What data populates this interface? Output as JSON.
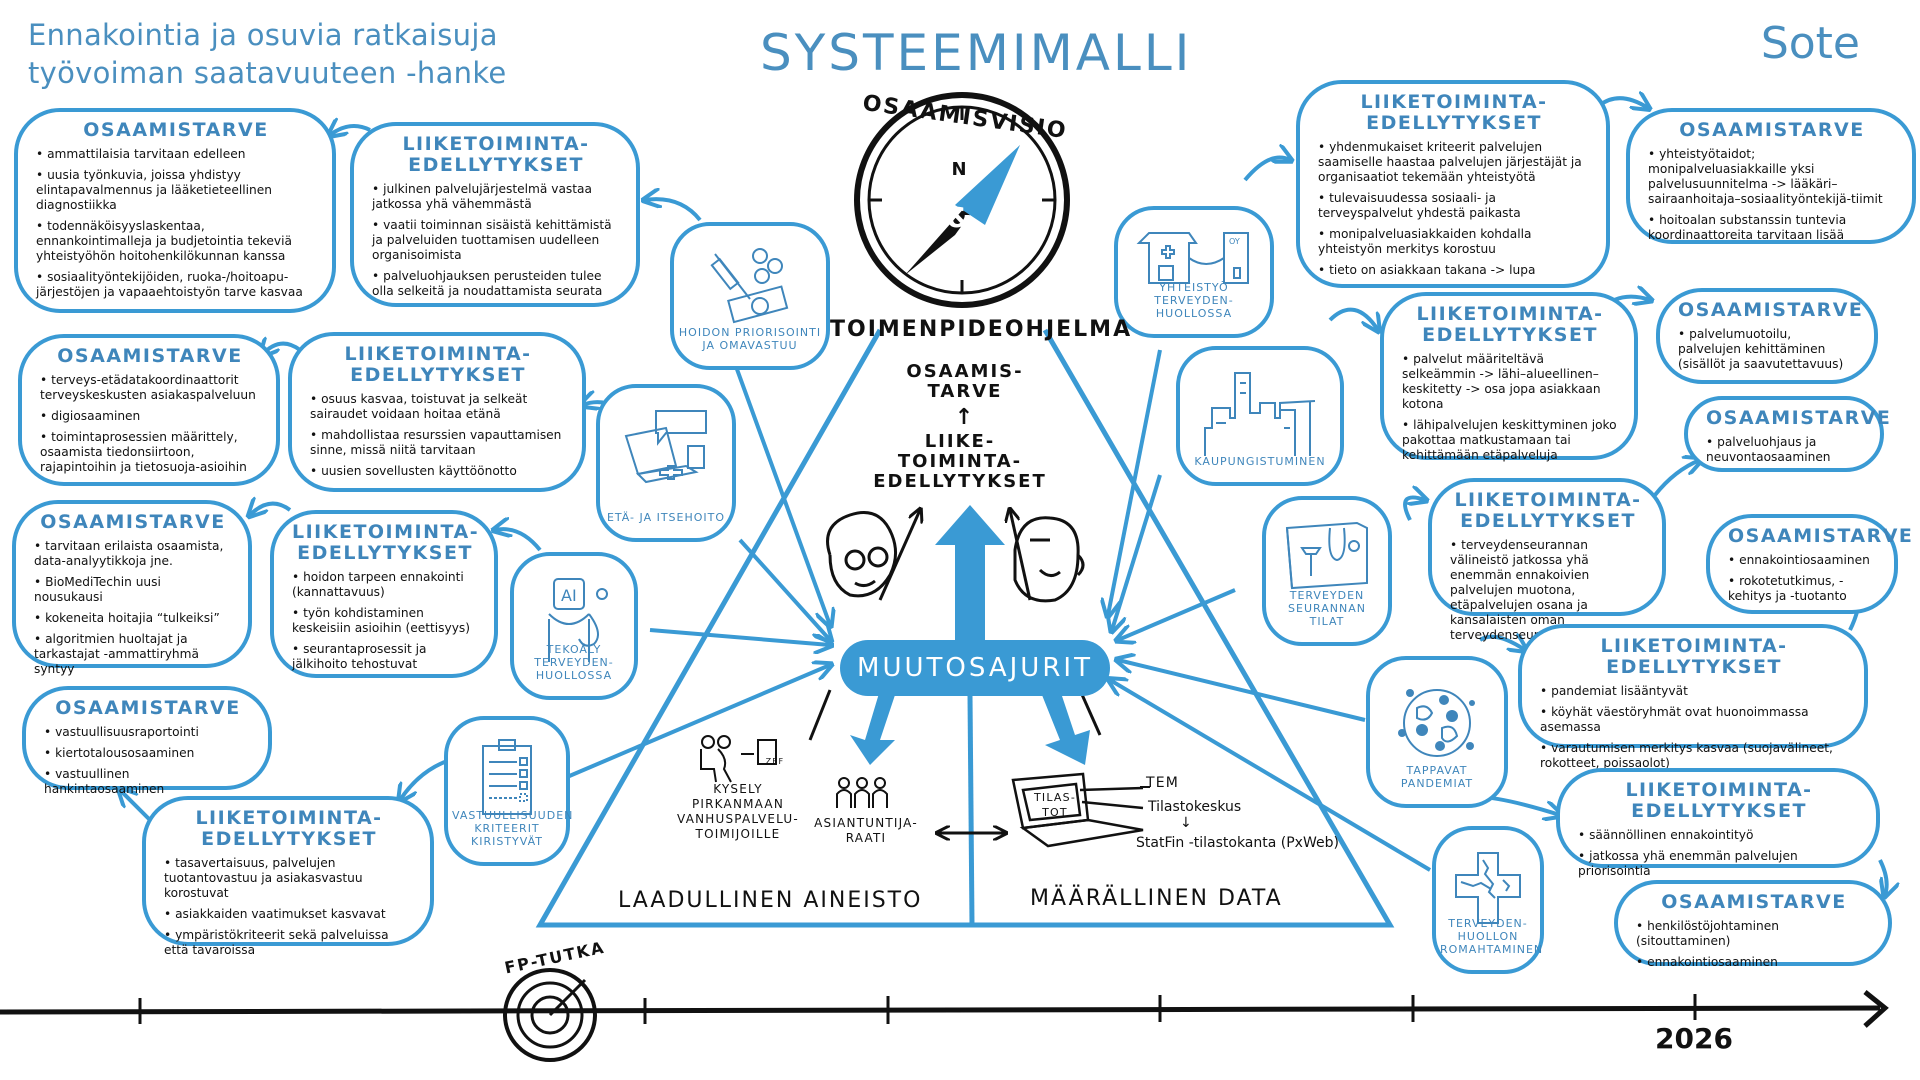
{
  "header": {
    "project_line1": "Ennakointia ja osuvia ratkaisuja",
    "project_line2": "työvoiman saatavuuteen -hanke",
    "title": "SYSTEEMIMALLI",
    "sector": "Sote"
  },
  "center": {
    "vision_label": "OSAAMISVISIO",
    "program_label": "TOIMENPIDEOHJELMA",
    "compass_letter": "N",
    "compass_symbol": "&",
    "need_label_1": "OSAAMIS-",
    "need_label_2": "TARVE",
    "arrow_up": "↑",
    "biz_label_1": "LIIKE-",
    "biz_label_2": "TOIMINTA-",
    "biz_label_3": "EDELLYTYKSET",
    "drivers": "MUUTOSAJURIT",
    "survey_line1": "KYSELY",
    "survey_line2": "PIRKANMAAN",
    "survey_line3": "VANHUSPALVELU-",
    "survey_line4": "TOIMIJOILLE",
    "zef": "ZEF",
    "expert_line1": "ASIANTUNTIJA-",
    "expert_line2": "RAATI",
    "laptop_line1": "TILAS-",
    "laptop_line2": "TOT",
    "source_tem": "TEM",
    "source_stat": "Tilastokeskus",
    "source_down": "↓",
    "source_statfin": "StatFin -tilastokanta (PxWeb)",
    "qualitative": "LAADULLINEN AINEISTO",
    "quantitative": "MÄÄRÄLLINEN DATA"
  },
  "drivers": [
    {
      "id": "hoidon-priorisointi",
      "label": "HOIDON PRIORISOINTI JA OMAVASTUU"
    },
    {
      "id": "eta-itsehoito",
      "label": "ETÄ- JA ITSEHOITO"
    },
    {
      "id": "tekoaly",
      "label": "TEKOÄLY TERVEYDEN-HUOLLOSSA"
    },
    {
      "id": "vastuullisuus",
      "label": "VASTUULLISUUDEN KRITEERIT KIRISTYVÄT"
    },
    {
      "id": "yhteistyo",
      "label": "YHTEISTYÖ TERVEYDEN-HUOLLOSSA"
    },
    {
      "id": "kaupungistuminen",
      "label": "KAUPUNGISTUMINEN"
    },
    {
      "id": "terveydenseuranta",
      "label": "TERVEYDEN SEURANNAN TILAT"
    },
    {
      "id": "pandemiat",
      "label": "TAPPAVAT PANDEMIAT"
    },
    {
      "id": "romahtaminen",
      "label": "TERVEYDEN-HUOLLON ROMAHTAMINEN"
    }
  ],
  "boxes": {
    "l1_need": {
      "title": "OSAAMISTARVE",
      "items": [
        "ammattilaisia tarvitaan edelleen",
        "uusia työnkuvia, joissa yhdistyy elintapavalmennus ja lääketieteellinen diagnostiikka",
        "todennäköisyyslaskentaa, ennankointimalleja ja budjetointia tekeviä yhteistyöhön hoitohenkilökunnan kanssa",
        "sosiaalityöntekijöiden, ruoka-/hoitoapu-järjestöjen ja vapaaehtoistyön tarve kasvaa"
      ]
    },
    "l1_biz": {
      "title": "LIIKETOIMINTA-EDELLYTYKSET",
      "items": [
        "julkinen palvelujärjestelmä vastaa jatkossa yhä vähemmästä",
        "vaatii toiminnan sisäistä kehittämistä ja palveluiden tuottamisen uudelleen organisoimista",
        "palveluohjauksen perusteiden tulee olla selkeitä ja noudattamista seurata"
      ]
    },
    "l2_need": {
      "title": "OSAAMISTARVE",
      "items": [
        "terveys-etädatakoordinaattorit terveyskeskusten asiakaspalveluun",
        "digiosaaminen",
        "toimintaprosessien määrittely, osaamista tiedonsiirtoon, rajapintoihin ja tietosuoja-asioihin"
      ]
    },
    "l2_biz": {
      "title": "LIIKETOIMINTA-EDELLYTYKSET",
      "items": [
        "osuus kasvaa, toistuvat ja selkeät sairaudet voidaan hoitaa etänä",
        "mahdollistaa resurssien vapauttamisen sinne, missä niitä tarvitaan",
        "uusien sovellusten käyttöönotto"
      ]
    },
    "l3_need": {
      "title": "OSAAMISTARVE",
      "items": [
        "tarvitaan erilaista osaamista, data-analyytikkoja jne.",
        "BioMediTechin uusi nousukausi",
        "kokeneita hoitajia “tulkeiksi”",
        "algoritmien huoltajat ja tarkastajat -ammattiryhmä syntyy"
      ]
    },
    "l3_biz": {
      "title": "LIIKETOIMINTA-EDELLYTYKSET",
      "items": [
        "hoidon tarpeen ennakointi (kannattavuus)",
        "työn kohdistaminen keskeisiin asioihin (eettisyys)",
        "seurantaprosessit ja jälkihoito tehostuvat"
      ]
    },
    "l4_need": {
      "title": "OSAAMISTARVE",
      "items": [
        "vastuullisuusraportointi",
        "kiertotalousosaaminen",
        "vastuullinen hankintaosaaminen"
      ]
    },
    "l4_biz": {
      "title": "LIIKETOIMINTA-EDELLYTYKSET",
      "items": [
        "tasavertaisuus, palvelujen tuotantovastuu ja asiakasvastuu korostuvat",
        "asiakkaiden vaatimukset kasvavat",
        "ympäristökriteerit sekä palveluissa että tavaroissa"
      ]
    },
    "r1_biz": {
      "title": "LIIKETOIMINTA-EDELLYTYKSET",
      "items": [
        "yhdenmukaiset kriteerit palvelujen saamiselle haastaa palvelujen järjestäjät ja organisaatiot tekemään yhteistyötä",
        "tulevaisuudessa sosiaali- ja terveyspalvelut yhdestä paikasta",
        "monipalveluasiakkaiden kohdalla yhteistyön merkitys korostuu",
        "tieto on asiakkaan takana -> lupa"
      ]
    },
    "r1_need": {
      "title": "OSAAMISTARVE",
      "items": [
        "yhteistyötaidot; monipalveluasiakkaille yksi palvelusuunnitelma -> lääkäri–sairaanhoitaja–sosiaalityöntekijä-tiimit",
        "hoitoalan substanssin tuntevia koordinaattoreita tarvitaan lisää"
      ]
    },
    "r2_biz": {
      "title": "LIIKETOIMINTA-EDELLYTYKSET",
      "items": [
        "palvelut määriteltävä selkeämmin -> lähi–alueellinen–keskitetty -> osa jopa asiakkaan kotona",
        "lähipalvelujen keskittyminen joko pakottaa matkustamaan tai kehittämään etäpalveluja"
      ]
    },
    "r2_need_a": {
      "title": "OSAAMISTARVE",
      "items": [
        "palvelumuotoilu, palvelujen kehittäminen (sisällöt ja saavutettavuus)"
      ]
    },
    "r2_need_b": {
      "title": "OSAAMISTARVE",
      "items": [
        "palveluohjaus ja neuvontaosaaminen"
      ]
    },
    "r3_biz": {
      "title": "LIIKETOIMINTA-EDELLYTYKSET",
      "items": [
        "terveydenseurannan välineistö jatkossa yhä enemmän ennakoivien palvelujen muotona, etäpalvelujen osana ja kansalaisten oman terveydenseurannan tukena"
      ]
    },
    "r3_need": {
      "title": "OSAAMISTARVE",
      "items": [
        "ennakointiosaaminen",
        "rokotetutkimus, -kehitys ja -tuotanto"
      ]
    },
    "r4_biz": {
      "title": "LIIKETOIMINTA-EDELLYTYKSET",
      "items": [
        "pandemiat lisääntyvät",
        "köyhät väestöryhmät ovat huonoimmassa asemassa",
        "varautumisen merkitys kasvaa (suojavälineet, rokotteet, poissaolot)"
      ]
    },
    "r5_biz": {
      "title": "LIIKETOIMINTA-EDELLYTYKSET",
      "items": [
        "säännöllinen ennakointityö",
        "jatkossa yhä enemmän palvelujen priorisointia"
      ]
    },
    "r5_need": {
      "title": "OSAAMISTARVE",
      "items": [
        "henkilöstöjohtaminen (sitouttaminen)",
        "ennakointiosaaminen"
      ]
    }
  },
  "timeline": {
    "radar_label": "FP-TUTKA",
    "end_year": "2026"
  },
  "colors": {
    "accent": "#3a9ad4",
    "heading": "#3f86bb",
    "ink": "#111111"
  }
}
